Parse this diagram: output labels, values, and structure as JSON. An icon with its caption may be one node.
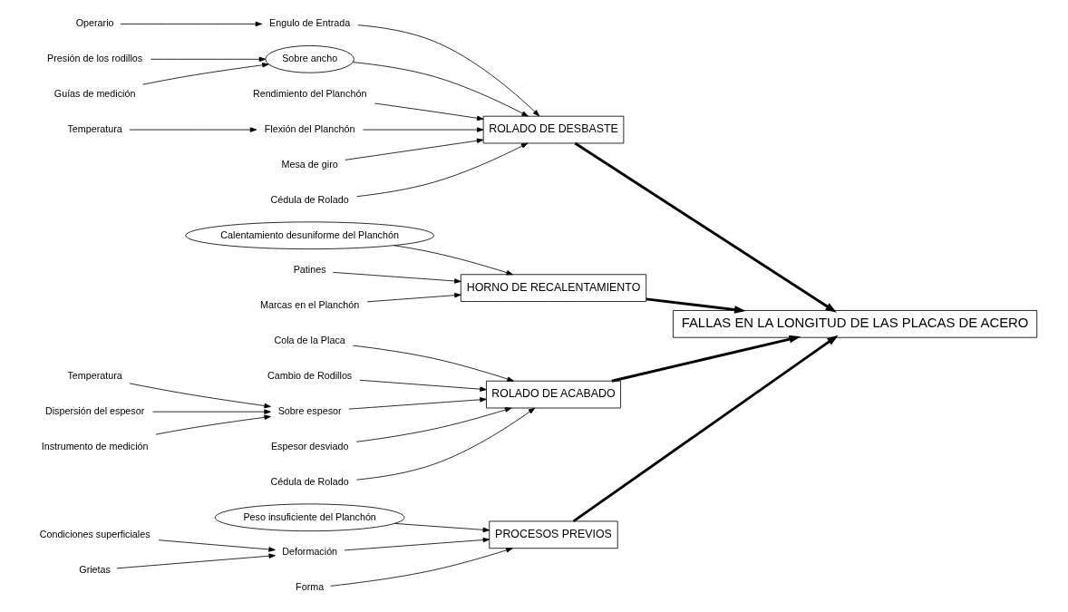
{
  "diagram": {
    "nodes": [
      {
        "text": [
          "PROCESOS PREVIOS"
        ]
      },
      {
        "text": [
          "ROLADO DE DESBASTE"
        ]
      },
      {
        "text": [
          "Condiciones superficiales"
        ]
      },
      {
        "text": [
          "Peso insuficiente del Planchón"
        ]
      },
      {
        "text": [
          "Deformación"
        ]
      },
      {
        "text": [
          "Grietas"
        ]
      },
      {
        "text": [
          "Forma"
        ]
      },
      {
        "text": [
          "Operario"
        ]
      },
      {
        "text": [
          "Engulo de Entrada"
        ]
      },
      {
        "text": [
          "Presión de los rodillos"
        ]
      },
      {
        "text": [
          "Sobre ancho"
        ]
      },
      {
        "text": [
          "Guías de medición"
        ]
      },
      {
        "text": [
          "Rendimiento del Planchón"
        ]
      },
      {
        "text": [
          "Temperatura"
        ]
      },
      {
        "text": [
          "Flexión del Planchón"
        ]
      },
      {
        "text": [
          "Mesa de giro"
        ]
      },
      {
        "text": [
          "Cédula de Rolado"
        ]
      },
      {
        "text": [
          "FALLAS EN LA LONGITUD DE LAS PLACAS DE ACERO"
        ]
      },
      {
        "text": [
          "Calentamiento desuniforme del Planchón"
        ]
      },
      {
        "text": [
          "Patines"
        ]
      },
      {
        "text": [
          "Marcas en el Planchón"
        ]
      },
      {
        "text": [
          "Cola de la Placa"
        ]
      },
      {
        "text": [
          "Cambio de Rodillos"
        ]
      },
      {
        "text": [
          "Temperatura"
        ]
      },
      {
        "text": [
          "Sobre espesor"
        ]
      },
      {
        "text": [
          "Dispersión del espesor"
        ]
      },
      {
        "text": [
          "Instrumento de medición"
        ]
      },
      {
        "text": [
          "Espesor desviado"
        ]
      },
      {
        "text": [
          "Cédula de Rolado"
        ]
      },
      {
        "text": [
          "HORNO DE RECALENTAMIENTO"
        ]
      },
      {
        "text": [
          "ROLADO DE ACABADO"
        ]
      }
    ],
    "edges": [
      {
        "from": 0,
        "to": 17,
        "arrow": "to",
        "style": "thick"
      },
      {
        "from": 1,
        "to": 17,
        "arrow": "to",
        "style": "thick"
      },
      {
        "from": 29,
        "to": 17,
        "arrow": "to",
        "style": "thick"
      },
      {
        "from": 30,
        "to": 17,
        "arrow": "to",
        "style": "thick"
      },
      {
        "from": 2,
        "to": 4,
        "arrow": "to"
      },
      {
        "from": 5,
        "to": 4,
        "arrow": "to"
      },
      {
        "from": 3,
        "to": 0,
        "arrow": "to"
      },
      {
        "from": 4,
        "to": 0,
        "arrow": "to"
      },
      {
        "from": 6,
        "to": 0,
        "arrow": "to"
      },
      {
        "from": 7,
        "to": 8,
        "arrow": "to"
      },
      {
        "from": 8,
        "to": 1,
        "arrow": "to"
      },
      {
        "from": 9,
        "to": 10,
        "arrow": "to"
      },
      {
        "from": 11,
        "to": 10,
        "arrow": "to"
      },
      {
        "from": 10,
        "to": 1,
        "arrow": "to"
      },
      {
        "from": 12,
        "to": 1,
        "arrow": "to"
      },
      {
        "from": 13,
        "to": 14,
        "arrow": "to"
      },
      {
        "from": 14,
        "to": 1,
        "arrow": "to"
      },
      {
        "from": 15,
        "to": 1,
        "arrow": "to"
      },
      {
        "from": 16,
        "to": 1,
        "arrow": "to"
      },
      {
        "from": 18,
        "to": 29,
        "arrow": "to"
      },
      {
        "from": 19,
        "to": 29,
        "arrow": "to"
      },
      {
        "from": 20,
        "to": 29,
        "arrow": "to"
      },
      {
        "from": 21,
        "to": 30,
        "arrow": "to"
      },
      {
        "from": 22,
        "to": 30,
        "arrow": "to"
      },
      {
        "from": 23,
        "to": 24,
        "arrow": "to"
      },
      {
        "from": 25,
        "to": 24,
        "arrow": "to"
      },
      {
        "from": 26,
        "to": 24,
        "arrow": "to"
      },
      {
        "from": 24,
        "to": 30,
        "arrow": "to"
      },
      {
        "from": 27,
        "to": 30,
        "arrow": "to"
      },
      {
        "from": 28,
        "to": 30,
        "arrow": "to"
      }
    ]
  }
}
